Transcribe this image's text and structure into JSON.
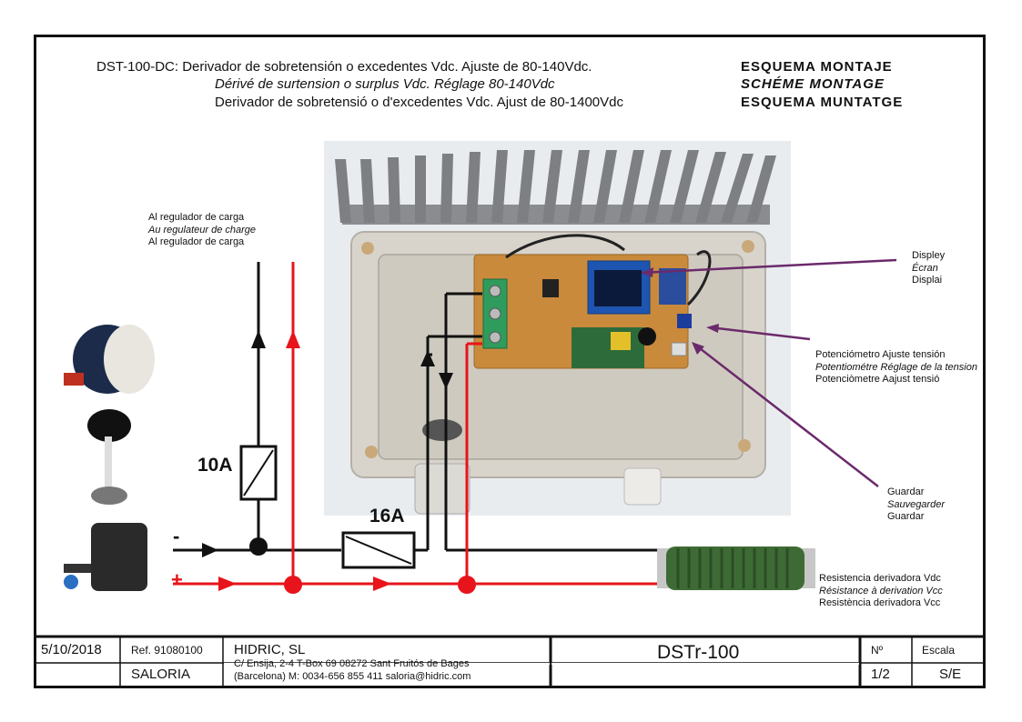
{
  "header": {
    "line1": "DST-100-DC: Derivador de sobretensión o excedentes Vdc. Ajuste de 80-140Vdc.",
    "line2": "Dérivé de surtension o surplus Vdc. Réglage 80-140Vdc",
    "line3": "Derivador de sobretensió o d'excedentes Vdc. Ajust de 80-1400Vdc",
    "scheme1": "ESQUEMA MONTAJE",
    "scheme2": "SCHÉME MONTAGE",
    "scheme3": "ESQUEMA MUNTATGE"
  },
  "labels": {
    "regulator": [
      "Al regulador de carga",
      "Au regulateur de charge",
      "Al regulador de carga"
    ],
    "display": [
      "Displey",
      "Écran",
      "Displai"
    ],
    "potentiometer": [
      "Potenciómetro Ajuste tensión",
      "Potentiométre Réglage de la tension",
      "Potenciòmetre Aajust tensió"
    ],
    "save": [
      "Guardar",
      "Sauvegarder",
      "Guardar"
    ],
    "resistor": [
      "Resistencia derivadora Vdc",
      "Résistance à derivation Vcc",
      "Resistència derivadora Vcc"
    ],
    "fuse_10": "10A",
    "fuse_16": "16A",
    "minus": "-",
    "plus": "+"
  },
  "title_block": {
    "date": "5/10/2018",
    "ref": "Ref. 91080100",
    "client": "SALORIA",
    "company": "HIDRIC, SL",
    "address1": "C/ Ensija, 2-4 T-Box 69 08272 Sant Fruitós de Bages",
    "address2": "(Barcelona)  M: 0034-656 855 411     saloria@hidric.com",
    "drawing": "DSTr-100",
    "num_label": "Nº",
    "num_value": "1/2",
    "scale_label": "Escala",
    "scale_value": "S/E"
  },
  "colors": {
    "negative_wire": "#111111",
    "positive_wire": "#e8141b",
    "callout_line": "#6b2a6b",
    "resistor": "#3e6b35"
  }
}
